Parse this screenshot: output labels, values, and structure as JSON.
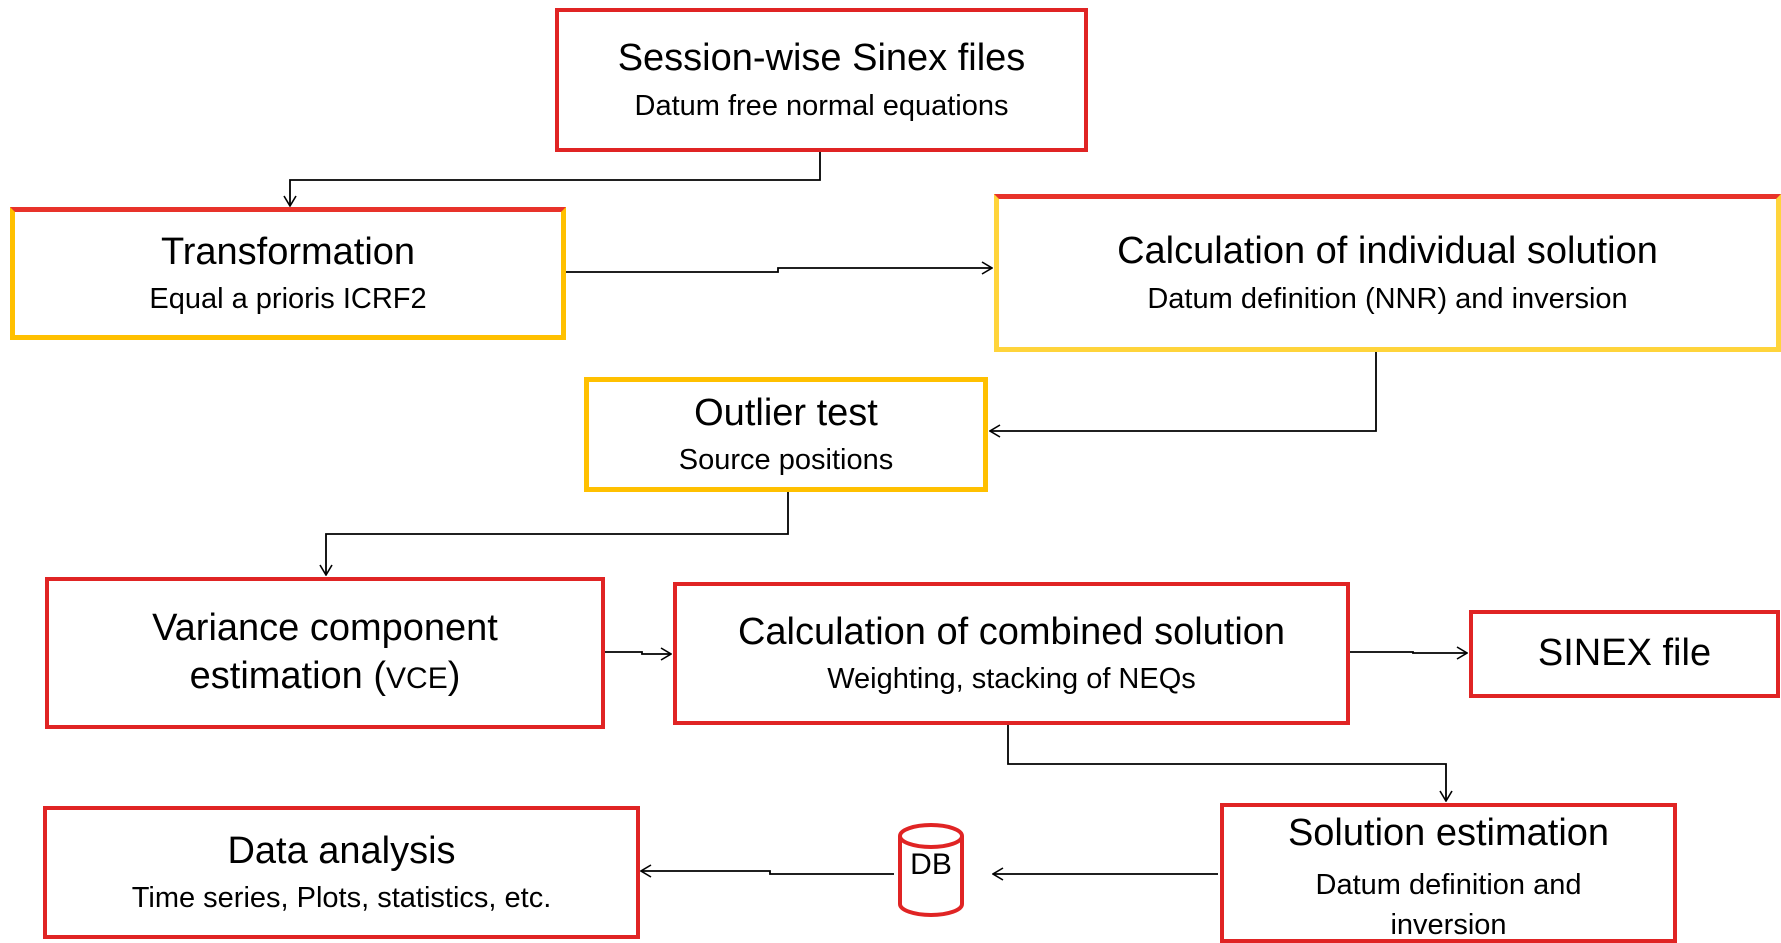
{
  "colors": {
    "box_red": "#e02424",
    "box_orange": "#ffc000",
    "box_orange_light": "#ffd43b",
    "arrow": "#000000"
  },
  "boxes": {
    "sinex_input": {
      "title": "Session-wise Sinex files",
      "subtitle": "Datum free normal equations"
    },
    "transformation": {
      "title": "Transformation",
      "subtitle": "Equal a prioris ICRF2"
    },
    "individual_solution": {
      "title": "Calculation of individual solution",
      "subtitle": "Datum definition (NNR) and inversion"
    },
    "outlier_test": {
      "title": "Outlier test",
      "subtitle": "Source positions"
    },
    "vce": {
      "title_line1": "Variance component",
      "title_line2": "estimation (",
      "title_abbr": "VCE",
      "title_close": ")"
    },
    "combined_solution": {
      "title": "Calculation of combined solution",
      "subtitle": "Weighting, stacking of NEQs"
    },
    "sinex_output": {
      "title": "SINEX file"
    },
    "solution_estimation": {
      "title": "Solution estimation",
      "subtitle_line1": "Datum definition and",
      "subtitle_line2": "inversion"
    },
    "data_analysis": {
      "title": "Data analysis",
      "subtitle": "Time series, Plots, statistics, etc."
    },
    "database": {
      "label": "DB",
      "icon": "database-cylinder-icon"
    }
  }
}
